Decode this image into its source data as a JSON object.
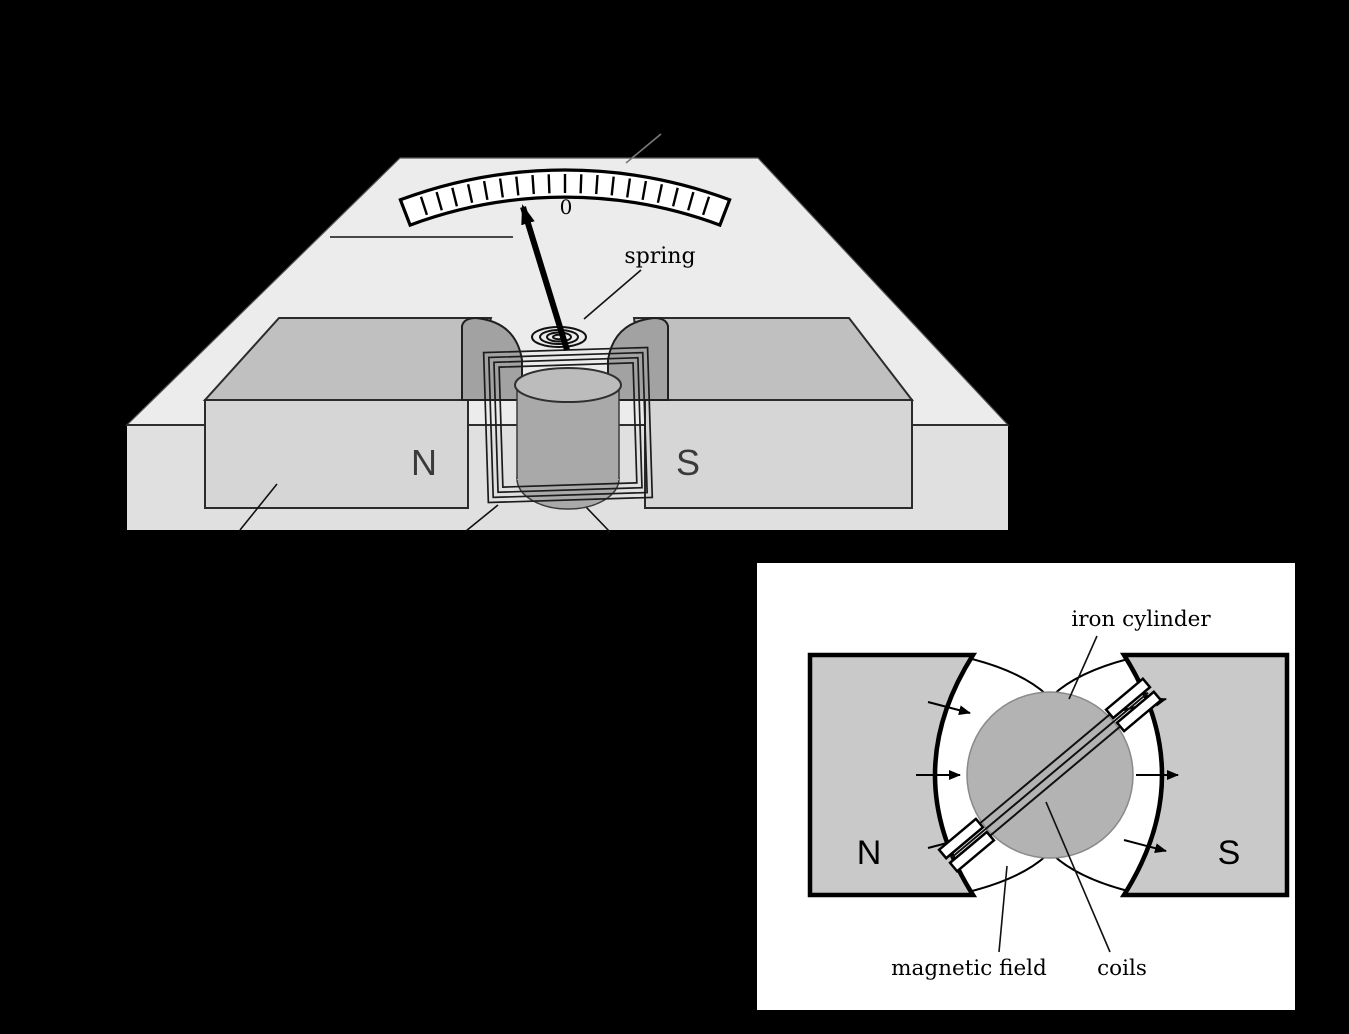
{
  "figure": {
    "type": "physics-diagram",
    "subject": "moving-coil galvanometer with inset cross-section of magnetic field"
  },
  "main_diagram": {
    "scale_zero": "0",
    "labels": {
      "spring": "spring",
      "north_pole": "N",
      "south_pole": "S"
    }
  },
  "inset_diagram": {
    "labels": {
      "iron_cylinder": "iron cylinder",
      "magnetic_field": "magnetic field",
      "coils": "coils",
      "north_pole": "N",
      "south_pole": "S"
    }
  },
  "colors": {
    "background": "#000000",
    "base_top": "#ececec",
    "base_front": "#e0e0e0",
    "magnet_top": "#c0c0c0",
    "magnet_front": "#d6d6d6",
    "pole_piece": "#a2a2a2",
    "cylinder_body": "#a9a9a9",
    "cylinder_top": "#bcbcbc",
    "scale_face": "#ffffff",
    "inset_background": "#ffffff",
    "inset_pole": "#c9c9c9",
    "inset_cylinder": "#b3b3b3"
  }
}
